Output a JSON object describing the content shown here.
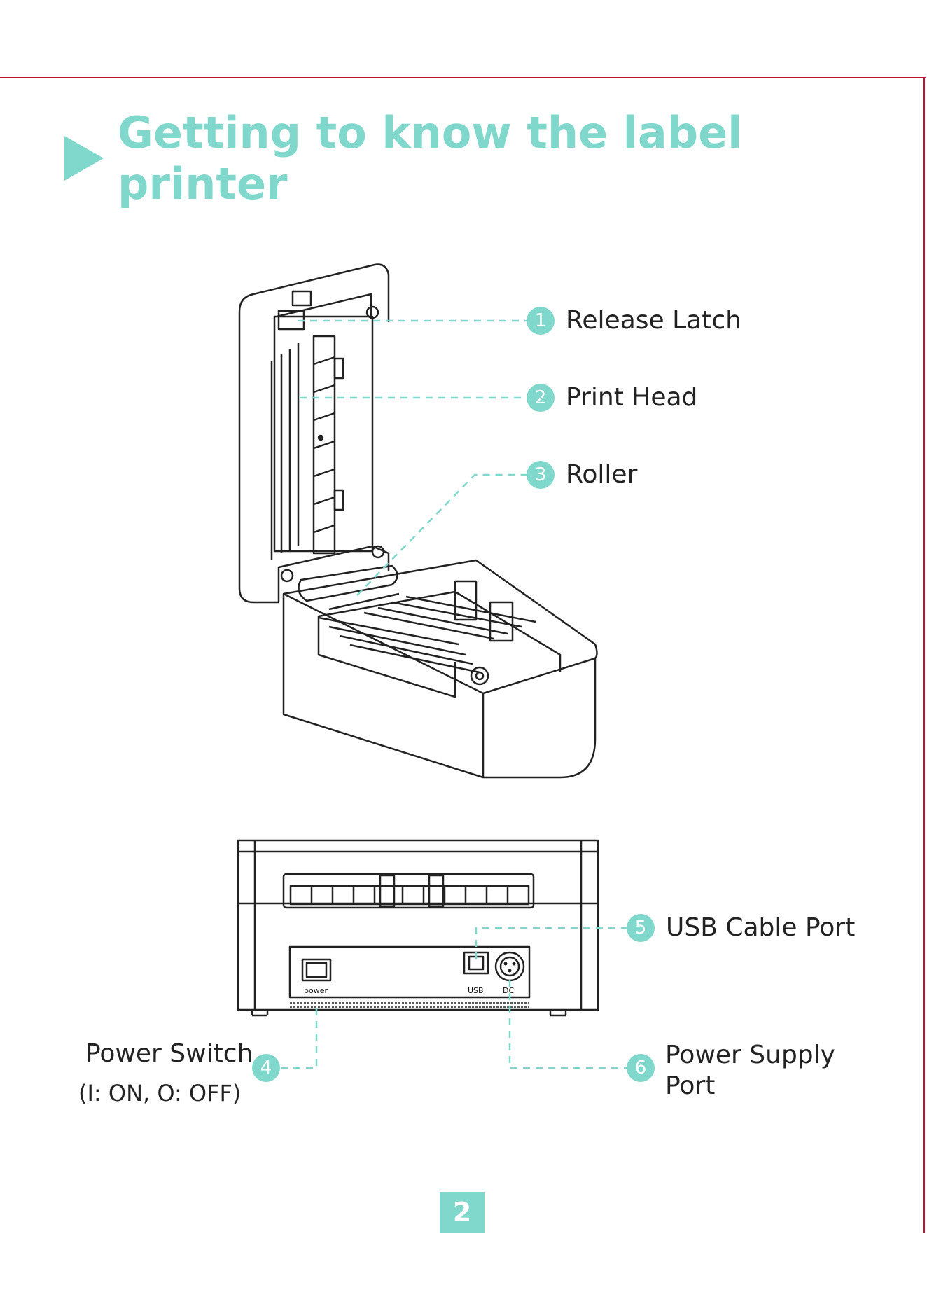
{
  "page": {
    "title": "Getting to know the label printer",
    "page_number": "2",
    "accent_color": "#7fd8cb",
    "frame_color": "#c8102e"
  },
  "callouts": [
    {
      "num": "1",
      "label": "Release Latch"
    },
    {
      "num": "2",
      "label": "Print Head"
    },
    {
      "num": "3",
      "label": "Roller"
    },
    {
      "num": "4",
      "label": "Power Switch",
      "sub": "(I: ON, O: OFF)"
    },
    {
      "num": "5",
      "label": "USB Cable Port"
    },
    {
      "num": "6",
      "label": "Power Supply",
      "label2": "Port"
    }
  ],
  "rear_panel": {
    "switch_label": "power",
    "usb_label": "USB",
    "dc_label": "DC"
  }
}
